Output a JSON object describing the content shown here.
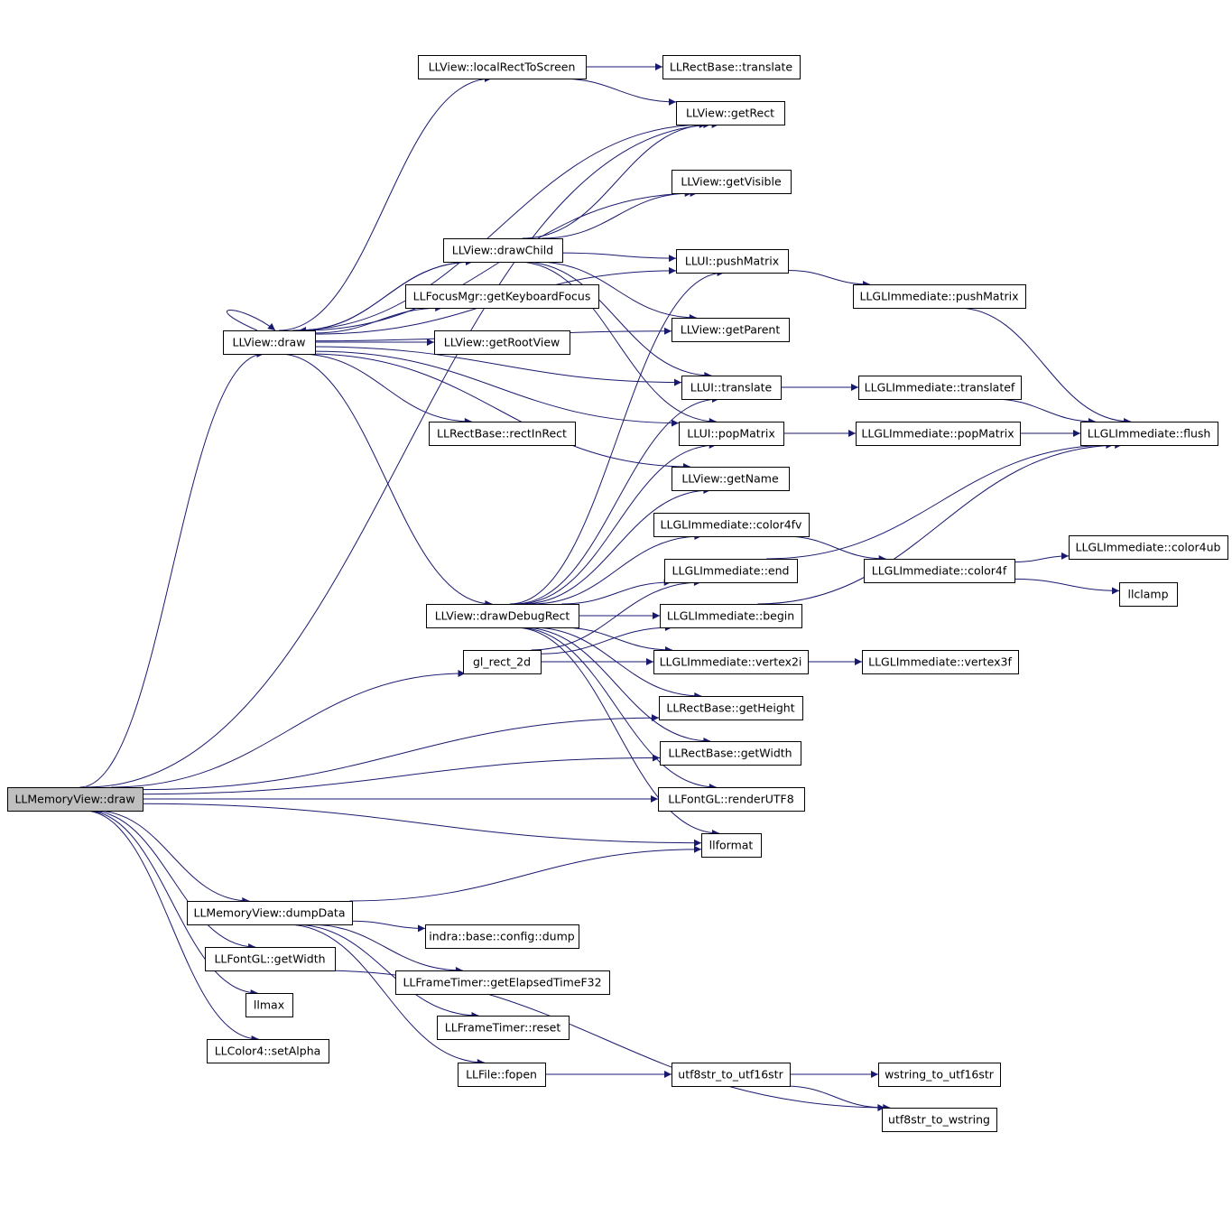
{
  "diagram": {
    "type": "call-graph",
    "colors": {
      "edge": "#191970",
      "node_border": "#000000",
      "root_fill": "#bfbfbf",
      "node_fill": "#ffffff"
    },
    "nodes": [
      {
        "id": "memview_draw",
        "label": "LLMemoryView::draw",
        "root": true
      },
      {
        "id": "view_draw",
        "label": "LLView::draw"
      },
      {
        "id": "local_rect",
        "label": "LLView::localRectToScreen"
      },
      {
        "id": "rect_translate",
        "label": "LLRectBase::translate"
      },
      {
        "id": "get_rect",
        "label": "LLView::getRect"
      },
      {
        "id": "get_visible",
        "label": "LLView::getVisible"
      },
      {
        "id": "draw_child",
        "label": "LLView::drawChild"
      },
      {
        "id": "push_matrix",
        "label": "LLUI::pushMatrix"
      },
      {
        "id": "gli_push",
        "label": "LLGLImmediate::pushMatrix"
      },
      {
        "id": "kb_focus",
        "label": "LLFocusMgr::getKeyboardFocus"
      },
      {
        "id": "root_view",
        "label": "LLView::getRootView"
      },
      {
        "id": "get_parent",
        "label": "LLView::getParent"
      },
      {
        "id": "ui_translate",
        "label": "LLUI::translate"
      },
      {
        "id": "gli_translatef",
        "label": "LLGLImmediate::translatef"
      },
      {
        "id": "rect_in_rect",
        "label": "LLRectBase::rectInRect"
      },
      {
        "id": "pop_matrix",
        "label": "LLUI::popMatrix"
      },
      {
        "id": "gli_pop",
        "label": "LLGLImmediate::popMatrix"
      },
      {
        "id": "gli_flush",
        "label": "LLGLImmediate::flush"
      },
      {
        "id": "get_name",
        "label": "LLView::getName"
      },
      {
        "id": "color4fv",
        "label": "LLGLImmediate::color4fv"
      },
      {
        "id": "color4ub",
        "label": "LLGLImmediate::color4ub"
      },
      {
        "id": "gli_end",
        "label": "LLGLImmediate::end"
      },
      {
        "id": "color4f",
        "label": "LLGLImmediate::color4f"
      },
      {
        "id": "draw_debug",
        "label": "LLView::drawDebugRect"
      },
      {
        "id": "llclamp",
        "label": "llclamp"
      },
      {
        "id": "gli_begin",
        "label": "LLGLImmediate::begin"
      },
      {
        "id": "gl_rect",
        "label": "gl_rect_2d"
      },
      {
        "id": "vertex2i",
        "label": "LLGLImmediate::vertex2i"
      },
      {
        "id": "vertex3f",
        "label": "LLGLImmediate::vertex3f"
      },
      {
        "id": "get_height",
        "label": "LLRectBase::getHeight"
      },
      {
        "id": "get_width_rect",
        "label": "LLRectBase::getWidth"
      },
      {
        "id": "render_utf8",
        "label": "LLFontGL::renderUTF8"
      },
      {
        "id": "llformat",
        "label": "llformat"
      },
      {
        "id": "dump_data",
        "label": "LLMemoryView::dumpData"
      },
      {
        "id": "config_dump",
        "label": "indra::base::config::dump"
      },
      {
        "id": "font_width",
        "label": "LLFontGL::getWidth"
      },
      {
        "id": "elapsed",
        "label": "LLFrameTimer::getElapsedTimeF32"
      },
      {
        "id": "llmax",
        "label": "llmax"
      },
      {
        "id": "timer_reset",
        "label": "LLFrameTimer::reset"
      },
      {
        "id": "set_alpha",
        "label": "LLColor4::setAlpha"
      },
      {
        "id": "fopen",
        "label": "LLFile::fopen"
      },
      {
        "id": "utf8_16",
        "label": "utf8str_to_utf16str"
      },
      {
        "id": "wstr_16",
        "label": "wstring_to_utf16str"
      },
      {
        "id": "utf8_w",
        "label": "utf8str_to_wstring"
      }
    ],
    "edges": [
      [
        "memview_draw",
        "view_draw"
      ],
      [
        "memview_draw",
        "get_rect"
      ],
      [
        "memview_draw",
        "gl_rect"
      ],
      [
        "memview_draw",
        "get_height"
      ],
      [
        "memview_draw",
        "get_width_rect"
      ],
      [
        "memview_draw",
        "render_utf8"
      ],
      [
        "memview_draw",
        "llformat"
      ],
      [
        "memview_draw",
        "dump_data"
      ],
      [
        "memview_draw",
        "font_width"
      ],
      [
        "memview_draw",
        "llmax"
      ],
      [
        "memview_draw",
        "set_alpha"
      ],
      [
        "view_draw",
        "view_draw"
      ],
      [
        "view_draw",
        "local_rect"
      ],
      [
        "view_draw",
        "get_rect"
      ],
      [
        "view_draw",
        "get_visible"
      ],
      [
        "view_draw",
        "draw_child"
      ],
      [
        "view_draw",
        "push_matrix"
      ],
      [
        "view_draw",
        "kb_focus"
      ],
      [
        "view_draw",
        "root_view"
      ],
      [
        "view_draw",
        "get_parent"
      ],
      [
        "view_draw",
        "rect_in_rect"
      ],
      [
        "view_draw",
        "ui_translate"
      ],
      [
        "view_draw",
        "pop_matrix"
      ],
      [
        "view_draw",
        "get_name"
      ],
      [
        "view_draw",
        "draw_debug"
      ],
      [
        "local_rect",
        "rect_translate"
      ],
      [
        "local_rect",
        "get_rect"
      ],
      [
        "draw_child",
        "view_draw"
      ],
      [
        "draw_child",
        "get_rect"
      ],
      [
        "draw_child",
        "get_visible"
      ],
      [
        "draw_child",
        "push_matrix"
      ],
      [
        "draw_child",
        "get_parent"
      ],
      [
        "draw_child",
        "ui_translate"
      ],
      [
        "draw_child",
        "pop_matrix"
      ],
      [
        "push_matrix",
        "gli_push"
      ],
      [
        "gli_push",
        "gli_flush"
      ],
      [
        "ui_translate",
        "gli_translatef"
      ],
      [
        "gli_translatef",
        "gli_flush"
      ],
      [
        "pop_matrix",
        "gli_pop"
      ],
      [
        "gli_pop",
        "gli_flush"
      ],
      [
        "color4fv",
        "color4f"
      ],
      [
        "color4f",
        "color4ub"
      ],
      [
        "color4f",
        "llclamp"
      ],
      [
        "gli_end",
        "gli_flush"
      ],
      [
        "gli_begin",
        "gli_flush"
      ],
      [
        "draw_debug",
        "push_matrix"
      ],
      [
        "draw_debug",
        "ui_translate"
      ],
      [
        "draw_debug",
        "pop_matrix"
      ],
      [
        "draw_debug",
        "get_name"
      ],
      [
        "draw_debug",
        "color4fv"
      ],
      [
        "draw_debug",
        "gli_end"
      ],
      [
        "draw_debug",
        "gli_begin"
      ],
      [
        "draw_debug",
        "vertex2i"
      ],
      [
        "draw_debug",
        "get_height"
      ],
      [
        "draw_debug",
        "get_width_rect"
      ],
      [
        "draw_debug",
        "render_utf8"
      ],
      [
        "draw_debug",
        "llformat"
      ],
      [
        "gl_rect",
        "gli_end"
      ],
      [
        "gl_rect",
        "gli_begin"
      ],
      [
        "gl_rect",
        "vertex2i"
      ],
      [
        "vertex2i",
        "vertex3f"
      ],
      [
        "dump_data",
        "llformat"
      ],
      [
        "dump_data",
        "config_dump"
      ],
      [
        "dump_data",
        "elapsed"
      ],
      [
        "dump_data",
        "timer_reset"
      ],
      [
        "dump_data",
        "fopen"
      ],
      [
        "font_width",
        "utf8_w"
      ],
      [
        "fopen",
        "utf8_16"
      ],
      [
        "utf8_16",
        "wstr_16"
      ],
      [
        "utf8_16",
        "utf8_w"
      ]
    ]
  }
}
